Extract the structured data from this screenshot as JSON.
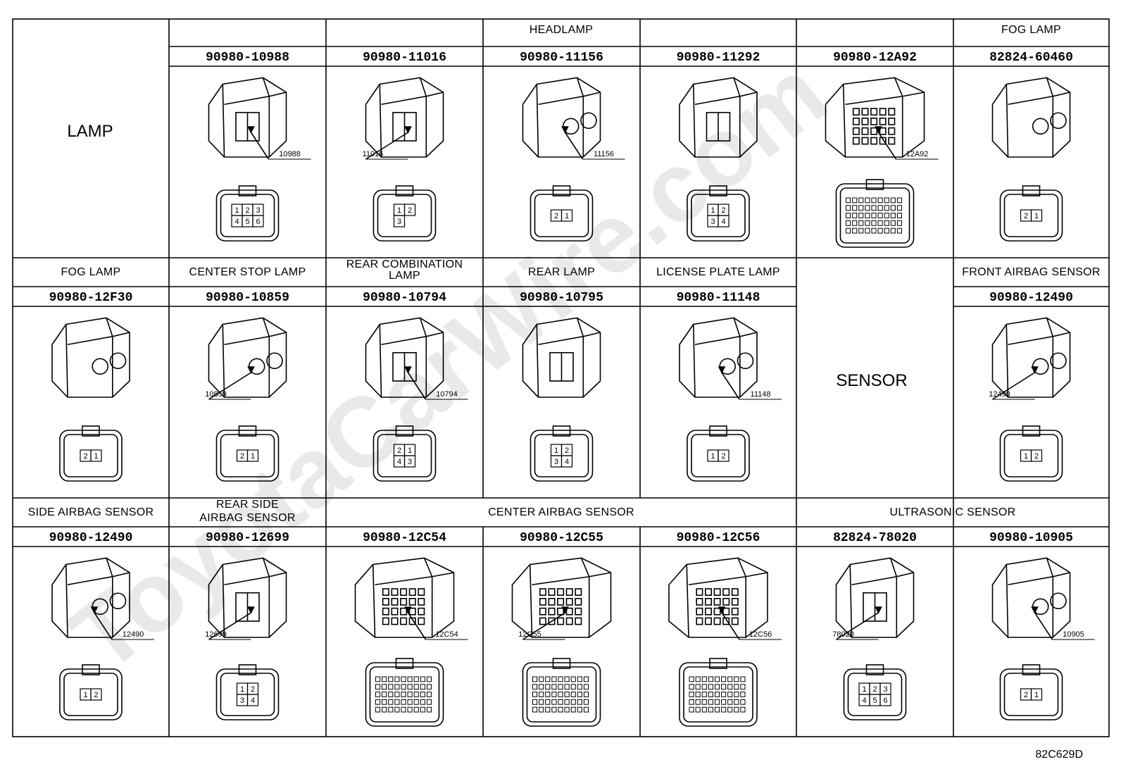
{
  "watermark": "ToyotaCarWire.com",
  "figure_id": "82C629D",
  "category_labels": {
    "lamp": "LAMP",
    "sensor": "SENSOR"
  },
  "groups": [
    {
      "label": "HEADLAMP"
    },
    {
      "label": "FOG LAMP"
    },
    {
      "label": "FOG LAMP"
    },
    {
      "label": "CENTER STOP LAMP"
    },
    {
      "label": "REAR COMBINATION LAMP"
    },
    {
      "label": "REAR LAMP"
    },
    {
      "label": "LICENSE PLATE LAMP"
    },
    {
      "label": "FRONT AIRBAG SENSOR"
    },
    {
      "label": "SIDE AIRBAG SENSOR"
    },
    {
      "label": "REAR SIDE AIRBAG SENSOR"
    },
    {
      "label": "CENTER AIRBAG SENSOR"
    },
    {
      "label": "ULTRASONIC SENSOR"
    }
  ],
  "connectors": [
    {
      "part": "90980-10988",
      "callout": "10988",
      "pins": [
        "1",
        "2",
        "3",
        "4",
        "5",
        "6"
      ]
    },
    {
      "part": "90980-11016",
      "callout": "11016",
      "pins": [
        "1",
        "2",
        "3"
      ]
    },
    {
      "part": "90980-11156",
      "callout": "11156",
      "pins": [
        "2",
        "1"
      ]
    },
    {
      "part": "90980-11292",
      "callout": "",
      "pins": [
        "1",
        "2",
        "3",
        "4"
      ]
    },
    {
      "part": "90980-12A92",
      "callout": "12A92",
      "pins": []
    },
    {
      "part": "82824-60460",
      "callout": "",
      "pins": [
        "2",
        "1"
      ]
    },
    {
      "part": "90980-12F30",
      "callout": "",
      "pins": [
        "2",
        "1"
      ]
    },
    {
      "part": "90980-10859",
      "callout": "10859",
      "pins": [
        "2",
        "1"
      ]
    },
    {
      "part": "90980-10794",
      "callout": "10794",
      "pins": [
        "2",
        "1",
        "4",
        "3"
      ]
    },
    {
      "part": "90980-10795",
      "callout": "",
      "pins": [
        "1",
        "2",
        "3",
        "4"
      ]
    },
    {
      "part": "90980-11148",
      "callout": "11148",
      "pins": [
        "1",
        "2"
      ]
    },
    {
      "part": "90980-12490",
      "callout": "12490",
      "pins": [
        "1",
        "2"
      ]
    },
    {
      "part": "90980-12490",
      "callout": "12490",
      "pins": [
        "1",
        "2"
      ]
    },
    {
      "part": "90980-12699",
      "callout": "12699",
      "pins": [
        "1",
        "2",
        "3",
        "4"
      ]
    },
    {
      "part": "90980-12C54",
      "callout": "12C54",
      "pins": []
    },
    {
      "part": "90980-12C55",
      "callout": "12C55",
      "pins": []
    },
    {
      "part": "90980-12C56",
      "callout": "12C56",
      "pins": []
    },
    {
      "part": "82824-78020",
      "callout": "78020",
      "pins": [
        "1",
        "2",
        "3",
        "4",
        "5",
        "6"
      ]
    },
    {
      "part": "90980-10905",
      "callout": "10905",
      "pins": [
        "2",
        "1"
      ]
    }
  ]
}
